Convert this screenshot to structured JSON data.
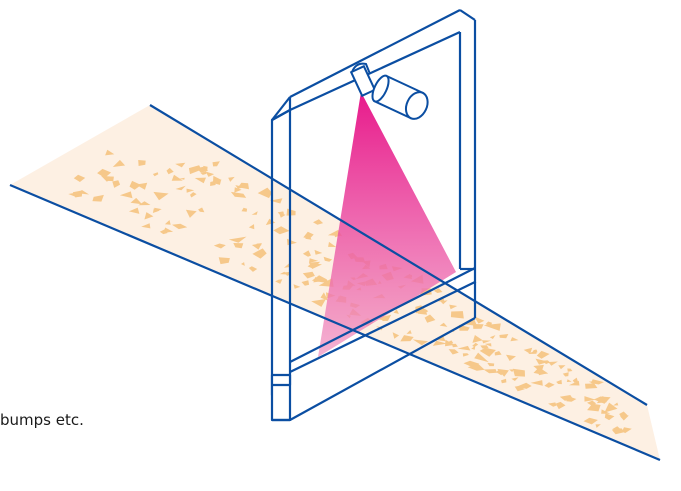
{
  "caption": "bumps etc.",
  "colors": {
    "outline": "#0b4ea2",
    "belt_fill": "#fdf0e3",
    "flake": "#f6c88a",
    "laser_top": "#e5007e",
    "laser_bottom": "#f19ac4"
  },
  "icons": {
    "camera": "camera-icon",
    "frame": "scanner-frame",
    "beam": "laser-beam"
  }
}
